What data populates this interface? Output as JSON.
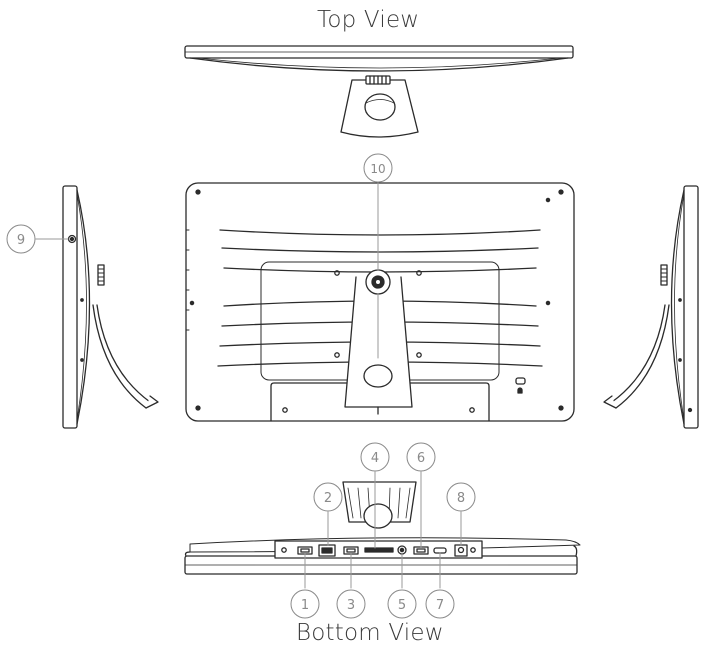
{
  "titles": {
    "top_view": "Top View",
    "bottom_view": "Bottom View"
  },
  "callouts": [
    "1",
    "2",
    "3",
    "4",
    "5",
    "6",
    "7",
    "8",
    "9",
    "10"
  ],
  "colors": {
    "line": "#2b2b2b",
    "callout": "#8a8a8a"
  }
}
